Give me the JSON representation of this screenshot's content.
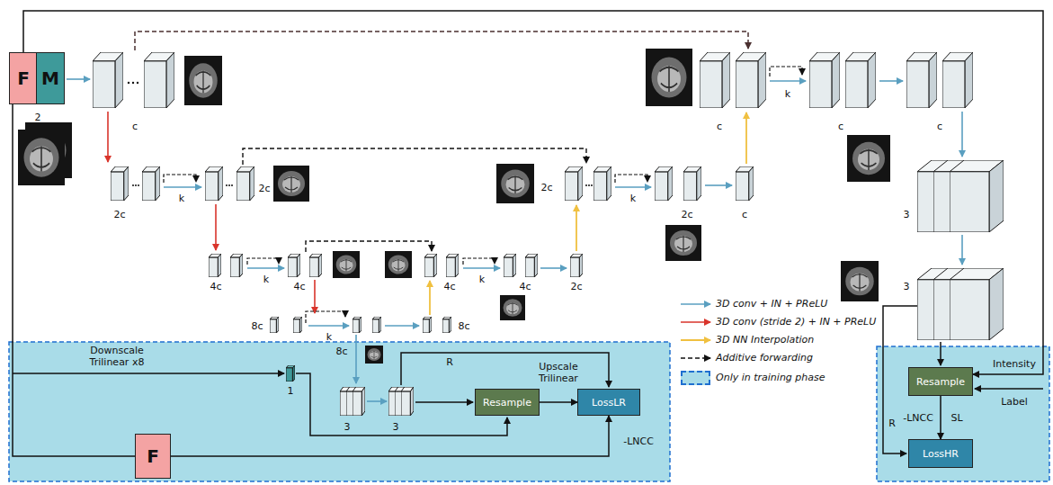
{
  "diagram": {
    "nodes": [
      {
        "text": [
          "F"
        ]
      },
      {
        "text": [
          "M"
        ]
      },
      {
        "text": [
          "Resample"
        ]
      },
      {
        "text": [
          "LossLR"
        ]
      },
      {
        "text": [
          "F"
        ]
      },
      {
        "text": [
          "Resample"
        ]
      },
      {
        "text": [
          "LossHR"
        ]
      }
    ],
    "edges": [
      {
        "from": 2,
        "to": 3,
        "arrow": "to",
        "label": "Upscale Trilinear"
      },
      {
        "from": 4,
        "to": 3,
        "arrow": "to",
        "label": "-LNCC"
      },
      {
        "from": 5,
        "to": 6,
        "arrow": "to",
        "label": "-LNCC"
      },
      {
        "from": 0,
        "to": 5,
        "arrow": "to",
        "label": "Intensity"
      },
      {
        "from": 0,
        "to": 4,
        "arrow": "none"
      }
    ],
    "labels": [
      "2",
      "c",
      "2c",
      "k",
      "2c",
      "4c",
      "k",
      "4c",
      "8c",
      "k",
      "8c",
      "8c",
      "4c",
      "k",
      "4c",
      "2c",
      "2c",
      "k",
      "2c",
      "c",
      "c",
      "k",
      "c",
      "c",
      "3",
      "3",
      "1",
      "3",
      "3",
      "Downscale Trilinear x8",
      "R",
      "R",
      "SL",
      "Label"
    ],
    "legend": [
      {
        "text": "3D conv + IN + PReLU"
      },
      {
        "text": "3D conv (stride 2) + IN + PReLU"
      },
      {
        "text": "3D NN Interpolation"
      },
      {
        "text": "Additive forwarding"
      },
      {
        "text": "Only in training phase",
        "color": "#a9dce8"
      }
    ]
  }
}
